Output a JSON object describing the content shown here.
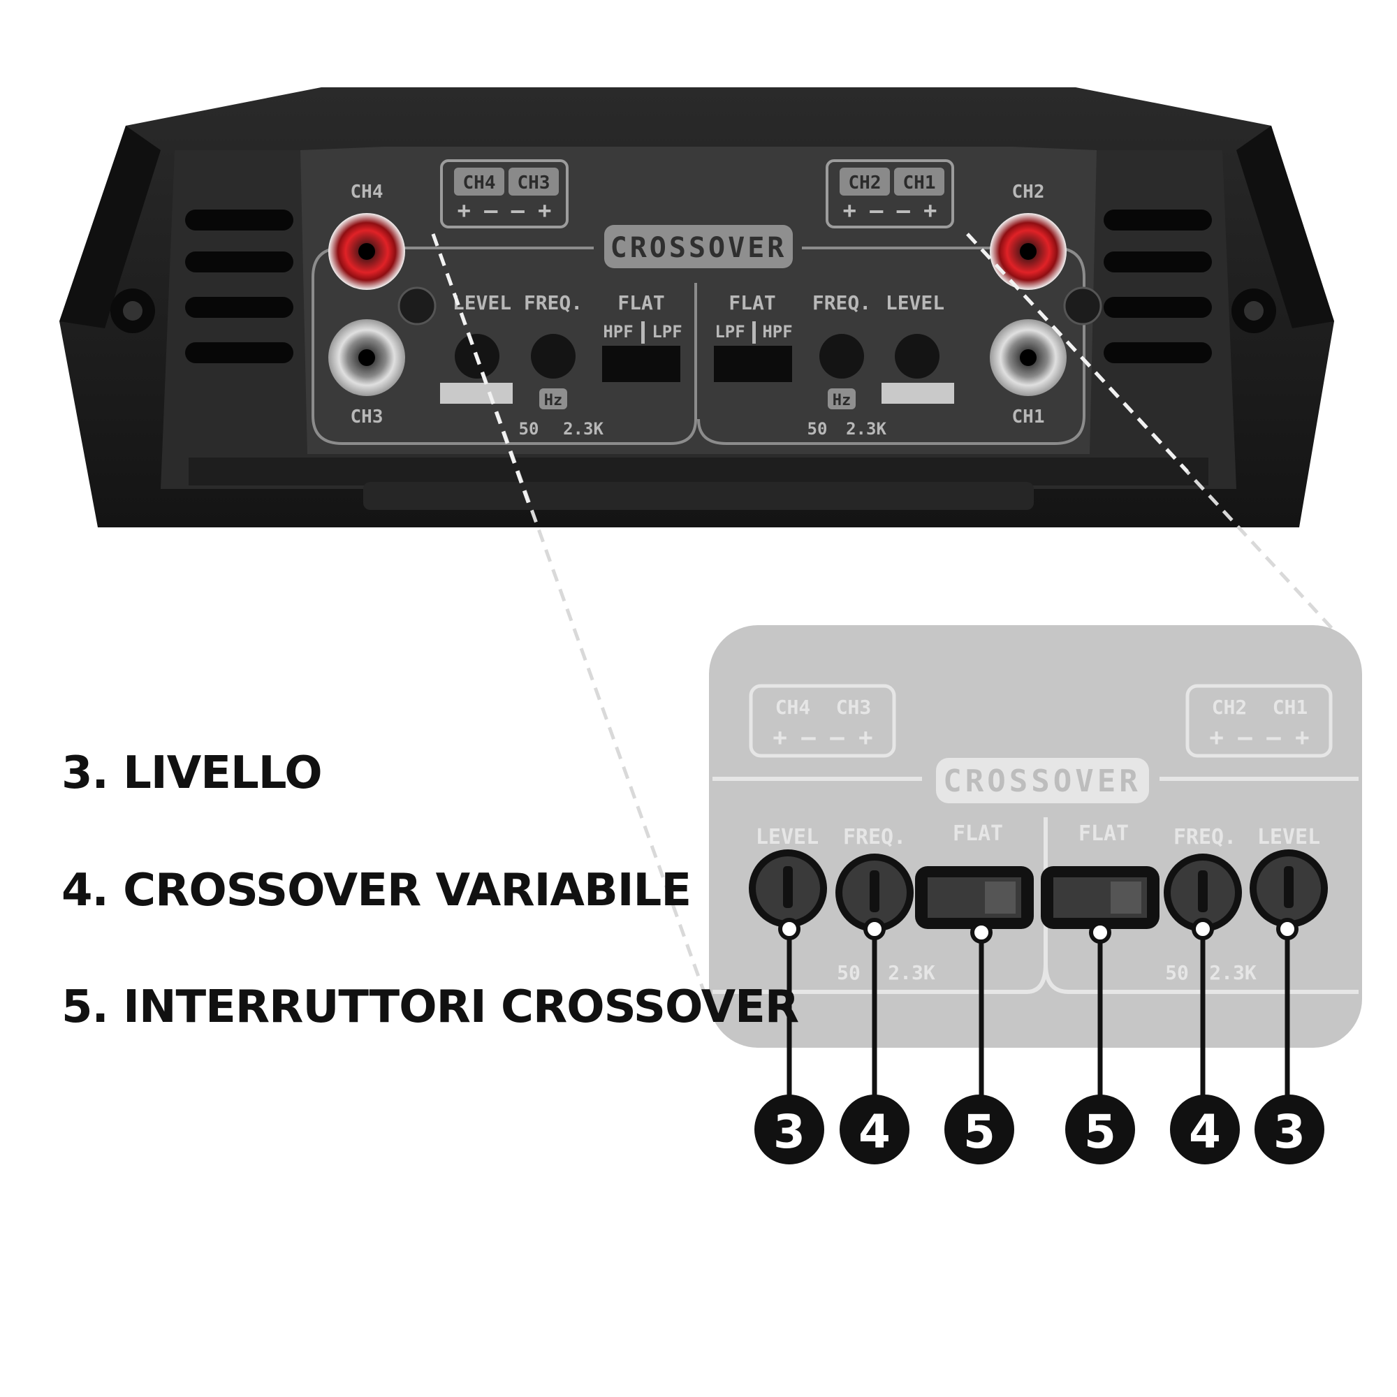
{
  "amplifier": {
    "crossover_title": "CROSSOVER",
    "bridge_left": {
      "a": "CH4",
      "b": "CH3",
      "polarity": "+ – – +"
    },
    "bridge_right": {
      "a": "CH2",
      "b": "CH1",
      "polarity": "+ – – +"
    },
    "inputs": {
      "top_left": "CH4",
      "bottom_left": "CH3",
      "top_right": "CH2",
      "bottom_right": "CH1"
    },
    "controls": {
      "level": "LEVEL",
      "freq": "FREQ.",
      "flat": "FLAT",
      "hpf": "HPF",
      "lpf": "LPF",
      "hz": "Hz",
      "freq_min": "50",
      "freq_max": "2.3K"
    }
  },
  "legend": [
    {
      "number": "3",
      "text": "3. LIVELLO"
    },
    {
      "number": "4",
      "text": "4. CROSSOVER VARIABILE"
    },
    {
      "number": "5",
      "text": "5. INTERRUTTORI CROSSOVER"
    }
  ],
  "callouts": [
    "3",
    "4",
    "5",
    "5",
    "4",
    "3"
  ],
  "colors": {
    "body": "#1b1b1b",
    "panel": "#3a3a3a",
    "accent_red": "#d81e22",
    "callout": "#111111",
    "zoom_panel": "#c9c9c9"
  }
}
